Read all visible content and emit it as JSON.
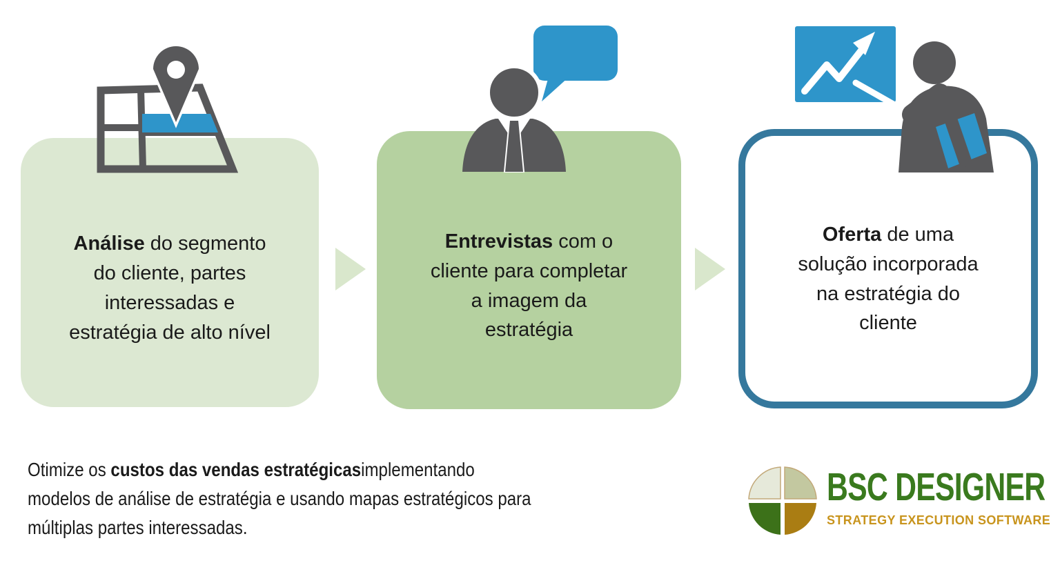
{
  "steps": [
    {
      "icon": "map-pin-icon",
      "bold": "Análise",
      "rest": " do segmento\ndo cliente, partes\ninteressadas e\nestratégia de alto nível"
    },
    {
      "icon": "person-speech-icon",
      "bold": "Entrevistas",
      "rest": " com o\ncliente para completar\na imagem da\nestratégia"
    },
    {
      "icon": "presenter-chart-icon",
      "bold": "Oferta",
      "rest": " de uma\nsolução incorporada\nna estratégia do\ncliente"
    }
  ],
  "footer": {
    "prefix": "Otimize os ",
    "bold": "custos das vendas estratégicas",
    "rest": "implementando\nmodelos de análise de estratégia e usando mapas estratégicos para\nmúltiplas partes interessadas."
  },
  "logo": {
    "name": "BSC DESIGNER",
    "tagline": "STRATEGY EXECUTION SOFTWARE"
  },
  "colors": {
    "accent_blue": "#2e95ca",
    "box1_green": "#dce8d2",
    "box2_green": "#b5d1a0",
    "arrow_green": "#d9e7cc",
    "icon_gray": "#58585a",
    "box3_border_blue": "#35789d",
    "logo_green": "#3a7a1e",
    "logo_gold": "#c8941d",
    "logo_quadrant_top_left": "#e6e9da",
    "logo_quadrant_top_right": "#c3c8a0",
    "logo_quadrant_bottom_left": "#3c7119",
    "logo_quadrant_bottom_right": "#aa7d13",
    "text": "#1a1a1a"
  }
}
